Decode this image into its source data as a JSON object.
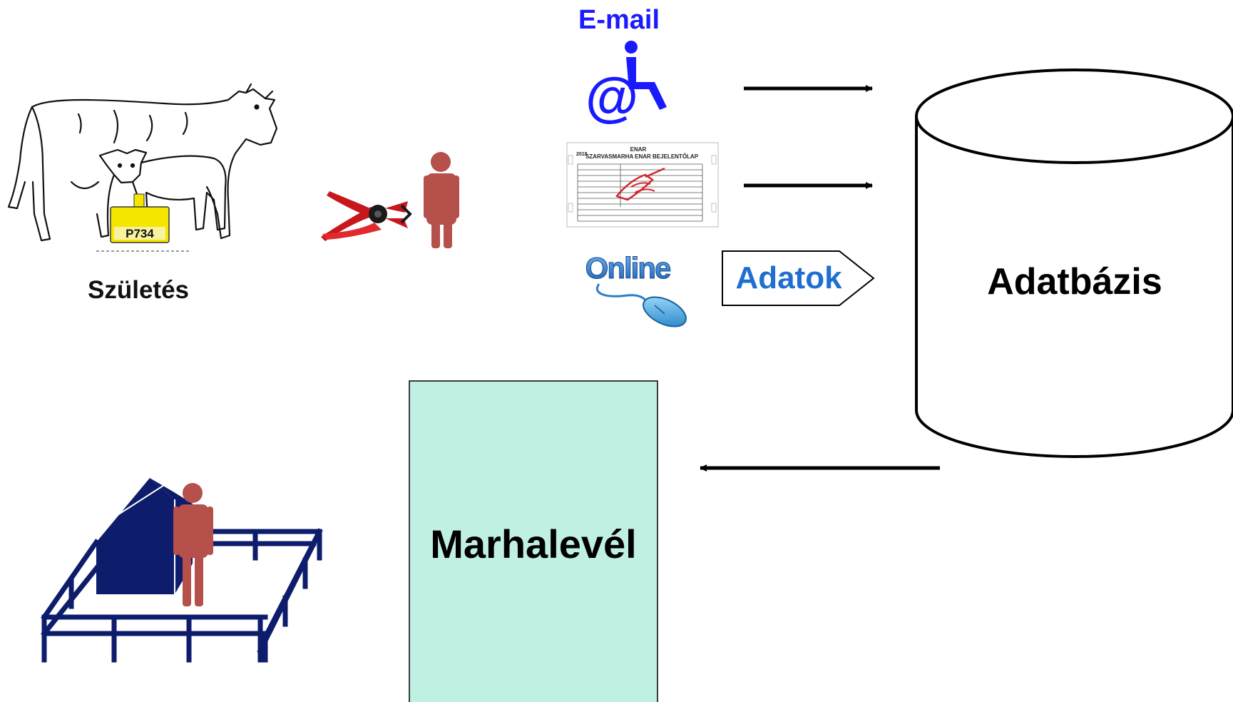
{
  "labels": {
    "birth": "Születés",
    "email": "E-mail",
    "online": "Online",
    "data_arrow": "Adatok",
    "database": "Adatbázis",
    "cattle_passport": "Marhalevél",
    "ear_tag_number": "P734"
  },
  "form": {
    "title_small": "ENAR",
    "title_main": "SZARVASMARHA ENAR BEJELENTŐLAP",
    "year": "2018"
  },
  "icons": {
    "cow": "cow-with-calf-icon",
    "ear_tag": "ear-tag-icon",
    "pliers": "tagging-pliers-icon",
    "person": "person-icon",
    "email": "email-at-person-icon",
    "form": "paper-form-icon",
    "mouse": "computer-mouse-icon",
    "farm": "farm-house-fence-icon"
  },
  "colors": {
    "email_text": "#1a1aff",
    "adatok_text": "#1f6fd1",
    "person": "#b5504b",
    "farm": "#0d1c6b",
    "ear_tag": "#f5e600",
    "passport_fill": "#bff0e3",
    "online_blue": "#2f7fd6"
  }
}
